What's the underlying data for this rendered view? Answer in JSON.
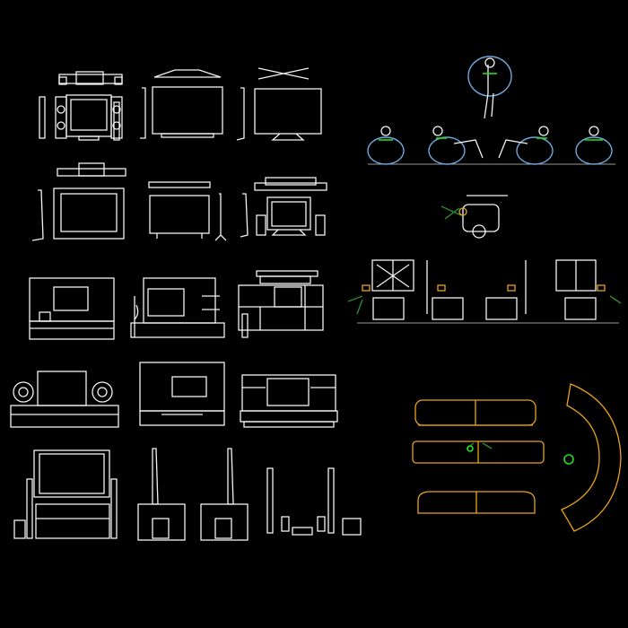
{
  "canvas": {
    "background": "#000000"
  },
  "colors": {
    "linework": "#f2f2f2",
    "beanbag": "#6fa8dc",
    "figure_accent": "#22dd22",
    "sofa": "#e8a317",
    "floor": "#9a9a9a",
    "plant": "#2f8a2f"
  },
  "sections": [
    "tv-elevations",
    "tv-wall-units",
    "home-theater",
    "beanbag-chairs",
    "lounge-chairs",
    "living-room-elevation",
    "sofa-plans"
  ]
}
